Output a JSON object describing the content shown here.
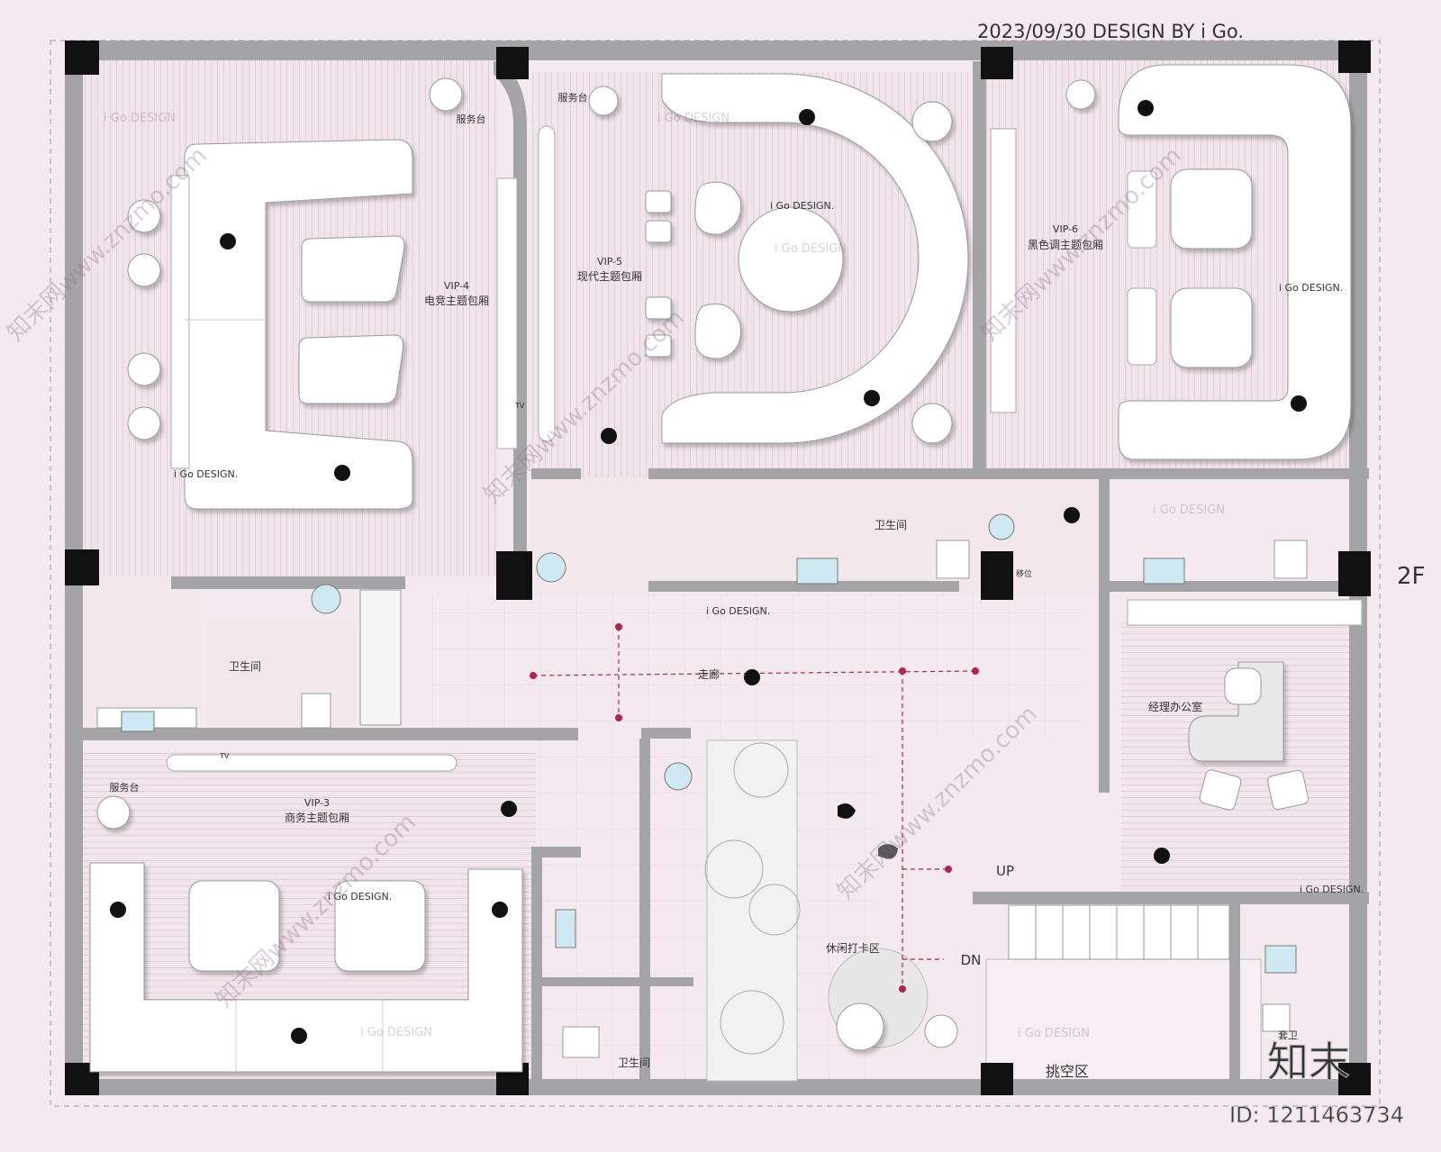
{
  "header": {
    "stamp": "2023/09/30 DESIGN BY i Go."
  },
  "floor": {
    "level": "2F"
  },
  "rooms": {
    "vip4": {
      "code": "VIP-4",
      "name": "电竞主题包厢"
    },
    "vip5": {
      "code": "VIP-5",
      "name": "现代主题包厢"
    },
    "vip6": {
      "code": "VIP-6",
      "name": "黑色调主题包厢"
    },
    "vip3": {
      "code": "VIP-3",
      "name": "商务主题包厢"
    },
    "service_desk": "服务台",
    "restroom": "卫生间",
    "corridor": "走廊",
    "manager_office": "经理办公室",
    "lounge": "休闲打卡区",
    "void": "挑空区",
    "suite_wc": "套卫",
    "shift": "移位"
  },
  "marks": {
    "tv": "TV",
    "up": "UP",
    "dn": "DN"
  },
  "watermarks": {
    "brand": "i Go DESIGN.",
    "small": "i Go DESIGN",
    "site": "知末网www.znzmo.com",
    "logo": "知末",
    "id": "ID: 1211463734"
  },
  "colors": {
    "wall": "#a4a4a6",
    "column": "#111111",
    "floor": "#efe2e8",
    "furniture": "#ffffff",
    "accent": "#b3234a"
  }
}
